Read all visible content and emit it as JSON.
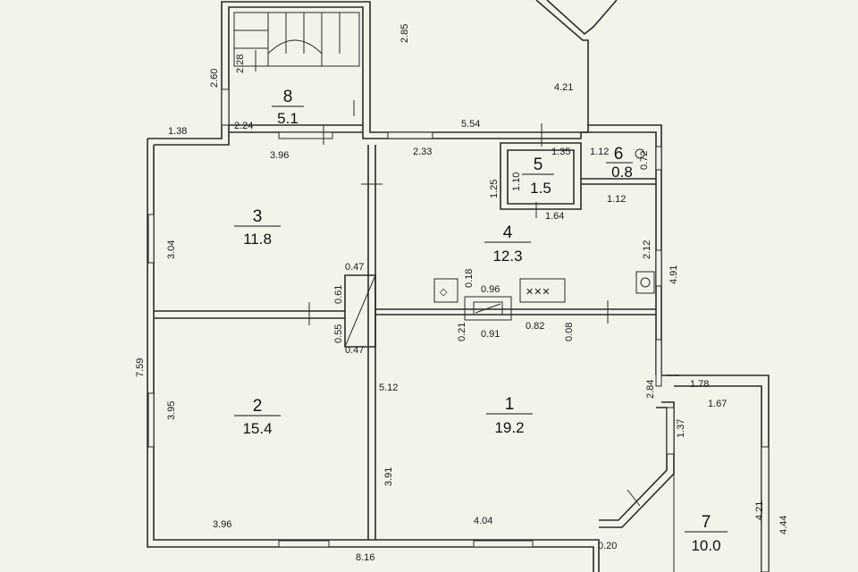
{
  "rooms": [
    {
      "id": "1",
      "number": "1",
      "area": "19.2"
    },
    {
      "id": "2",
      "number": "2",
      "area": "15.4"
    },
    {
      "id": "3",
      "number": "3",
      "area": "11.8"
    },
    {
      "id": "4",
      "number": "4",
      "area": "12.3"
    },
    {
      "id": "5",
      "number": "5",
      "area": "1.5"
    },
    {
      "id": "6",
      "number": "6",
      "area": "0.8"
    },
    {
      "id": "7",
      "number": "7",
      "area": "10.0"
    },
    {
      "id": "8",
      "number": "8",
      "area": "5.1"
    }
  ],
  "dimensions": {
    "d_2_85": "2.85",
    "d_2_60": "2.60",
    "d_2_28": "2.28",
    "d_2_24": "2.24",
    "d_1_38": "1.38",
    "d_4_21_top": "4.21",
    "d_5_54": "5.54",
    "d_3_96_top": "3.96",
    "d_2_33": "2.33",
    "d_1_35": "1.35",
    "d_1_12_a": "1.12",
    "d_0_72": "0.72",
    "d_1_25": "1.25",
    "d_1_10": "1.10",
    "d_1_12_b": "1.12",
    "d_1_64": "1.64",
    "d_3_04": "3.04",
    "d_2_12": "2.12",
    "d_4_91": "4.91",
    "d_0_47_a": "0.47",
    "d_0_61": "0.61",
    "d_0_18": "0.18",
    "d_0_96": "0.96",
    "d_0_55": "0.55",
    "d_0_47_b": "0.47",
    "d_0_21": "0.21",
    "d_0_91": "0.91",
    "d_0_82": "0.82",
    "d_0_08": "0.08",
    "d_7_59": "7.59",
    "d_3_95": "3.95",
    "d_5_12": "5.12",
    "d_2_84": "2.84",
    "d_1_78": "1.78",
    "d_1_67": "1.67",
    "d_1_37": "1.37",
    "d_3_91": "3.91",
    "d_4_21_right": "4.21",
    "d_4_44": "4.44",
    "d_3_96_bottom": "3.96",
    "d_4_04": "4.04",
    "d_0_20": "0.20",
    "d_8_16": "8.16"
  }
}
